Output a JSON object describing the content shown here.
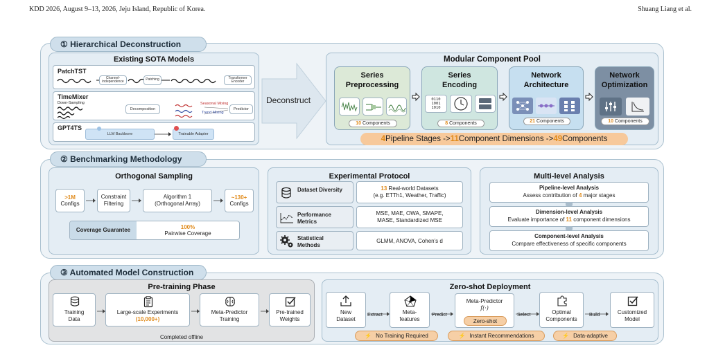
{
  "header": {
    "left": "KDD 2026, August 9–13, 2026, Jeju Island, Republic of Korea.",
    "right": "Shuang Liang et al."
  },
  "section1": {
    "title": "① Hierarchical Deconstruction",
    "sota": {
      "title": "Existing SOTA Models",
      "patchtst": {
        "name": "PatchTST",
        "steps": [
          "Channel-independence",
          "Patching",
          "Transformer Encoder"
        ]
      },
      "timemixer": {
        "name": "TimeMixer",
        "downsampling": "Down-Sampling",
        "decomposition": "Decomposition",
        "seasonal": "Seasonal Mixing",
        "trend": "Trend Mixing",
        "predictor": "Predictor"
      },
      "gpt4ts": {
        "name": "GPT4TS",
        "backbone": "LLM Backbone",
        "adapter": "Trainable Adapter"
      }
    },
    "deconstruct": "Deconstruct",
    "pool": {
      "title": "Modular Component Pool",
      "stages": [
        {
          "title": "Series Preprocessing",
          "count": "10",
          "label": "Components"
        },
        {
          "title": "Series Encoding",
          "count": "8",
          "label": "Components"
        },
        {
          "title": "Network Architecture",
          "count": "21",
          "label": "Components"
        },
        {
          "title": "Network Optimization",
          "count": "10",
          "label": "Components"
        }
      ],
      "summary": {
        "n1": "4",
        "t1": " Pipeline Stages -> ",
        "n2": "11",
        "t2": " Component Dimensions -> ",
        "n3": "49",
        "t3": " Components"
      }
    }
  },
  "section2": {
    "title": "② Benchmarking Methodology",
    "sampling": {
      "title": "Orthogonal Sampling",
      "b1_num": ">1M",
      "b1_text": "Configs",
      "b2": "Constraint Filtering",
      "b3a": "Algorithm 1",
      "b3b": "(Orthogonal Array)",
      "b4_num": "~130+",
      "b4_text": "Configs",
      "coverage_label": "Coverage Guarantee",
      "coverage_num": "100%",
      "coverage_text": "Pairwise Coverage"
    },
    "protocol": {
      "title": "Experimental Protocol",
      "rows": [
        {
          "label": "Dataset Diversity",
          "num": "13",
          "text": " Real-world Datasets",
          "text2": "(e.g. ETTh1, Weather, Traffic)"
        },
        {
          "label": "Performance Metrics",
          "text": "MSE, MAE, OWA, SMAPE,",
          "text2": "MASE, Standardized MSE"
        },
        {
          "label": "Statistical Methods",
          "text": "GLMM, ANOVA, Cohen's d",
          "text2": ""
        }
      ]
    },
    "analysis": {
      "title": "Multi-level Analysis",
      "levels": [
        {
          "title": "Pipeline-level Analysis",
          "pre": "Assess contribution of ",
          "num": "4",
          "post": " major stages"
        },
        {
          "title": "Dimension-level Analysis",
          "pre": "Evaluate importance of ",
          "num": "11",
          "post": " component dimensions"
        },
        {
          "title": "Component-level Analysis",
          "pre": "Compare effectiveness of specific components",
          "num": "",
          "post": ""
        }
      ]
    }
  },
  "section3": {
    "title": "③ Automated Model Construction",
    "pretrain": {
      "title": "Pre-training Phase",
      "steps": [
        {
          "l1": "Training",
          "l2": "Data"
        },
        {
          "l1": "Large-scale Experiments",
          "l2": "(10,000+)"
        },
        {
          "l1": "Meta-Predictor",
          "l2": "Training"
        },
        {
          "l1": "Pre-trained",
          "l2": "Weights"
        }
      ],
      "footer": "Completed offline"
    },
    "zeroshot": {
      "title": "Zero-shot Deployment",
      "steps": [
        {
          "l1": "New",
          "l2": "Dataset"
        },
        {
          "l1": "Meta-",
          "l2": "features"
        },
        {
          "l1": "Meta-Predictor",
          "l2": "f(·)",
          "badge": "Zero-shot"
        },
        {
          "l1": "Optimal",
          "l2": "Components"
        },
        {
          "l1": "Customized",
          "l2": "Model"
        }
      ],
      "arrows": [
        "Extract",
        "Predict",
        "Select",
        "Build"
      ],
      "benefits": [
        "No Training Required",
        "Instant Recommendations",
        "Data-adaptive"
      ]
    }
  }
}
